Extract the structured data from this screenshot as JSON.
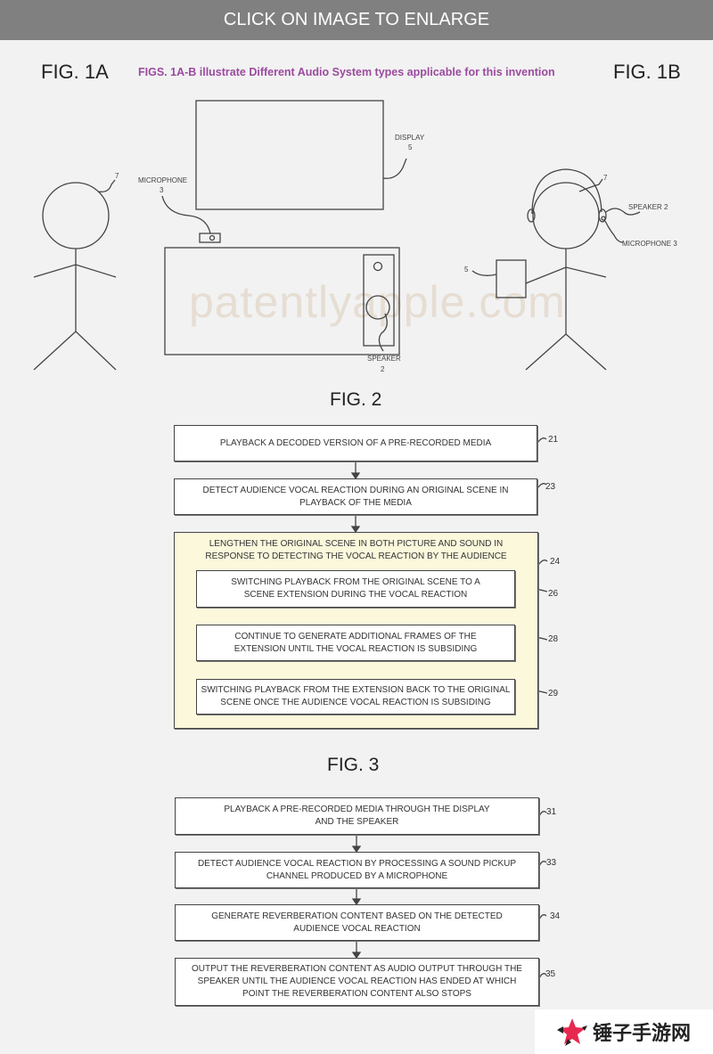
{
  "header": {
    "enlarge_label": "CLICK ON IMAGE TO ENLARGE"
  },
  "fig1": {
    "title_a": "FIG. 1A",
    "title_b": "FIG. 1B",
    "caption": "FIGS. 1A-B illustrate Different Audio System types applicable for this invention",
    "labels": {
      "display": "DISPLAY",
      "display_num": "5",
      "microphone": "MICROPHONE",
      "microphone_num": "3",
      "speaker": "SPEAKER",
      "speaker_num": "2",
      "person_left": "7",
      "person_right": "7",
      "speaker_b": "SPEAKER 2",
      "microphone_b": "MICROPHONE 3",
      "device_b": "5"
    },
    "watermark": "patentlyapple.com"
  },
  "fig2": {
    "title": "FIG. 2",
    "steps": [
      {
        "text": "PLAYBACK A DECODED VERSION OF A PRE-RECORDED MEDIA",
        "ref": "21"
      },
      {
        "text": "DETECT AUDIENCE VOCAL REACTION DURING AN ORIGINAL SCENE IN PLAYBACK OF THE MEDIA",
        "ref": "23"
      }
    ],
    "group": {
      "text": "LENGTHEN THE ORIGINAL SCENE IN BOTH PICTURE AND SOUND IN RESPONSE TO DETECTING THE VOCAL REACTION BY THE AUDIENCE",
      "ref": "24",
      "substeps": [
        {
          "text": "SWITCHING PLAYBACK FROM THE ORIGINAL SCENE TO A SCENE EXTENSION DURING THE VOCAL REACTION",
          "ref": "26"
        },
        {
          "text": "CONTINUE TO GENERATE ADDITIONAL FRAMES OF THE EXTENSION UNTIL THE VOCAL  REACTION IS SUBSIDING",
          "ref": "28"
        },
        {
          "text": "SWITCHING PLAYBACK FROM THE EXTENSION BACK TO THE ORIGINAL SCENE ONCE  THE AUDIENCE VOCAL REACTION IS SUBSIDING",
          "ref": "29"
        }
      ]
    }
  },
  "fig3": {
    "title": "FIG. 3",
    "steps": [
      {
        "text": "PLAYBACK A PRE-RECORDED MEDIA THROUGH THE DISPLAY AND THE SPEAKER",
        "ref": "31"
      },
      {
        "text": "DETECT AUDIENCE VOCAL REACTION BY PROCESSING A SOUND PICKUP CHANNEL PRODUCED BY A MICROPHONE",
        "ref": "33"
      },
      {
        "text": "GENERATE REVERBERATION CONTENT BASED ON THE DETECTED AUDIENCE VOCAL REACTION",
        "ref": "34"
      },
      {
        "text": "OUTPUT THE REVERBERATION CONTENT AS AUDIO OUTPUT THROUGH THE SPEAKER UNTIL THE AUDIENCE VOCAL REACTION HAS ENDED AT WHICH POINT THE REVERBERATION CONTENT ALSO STOPS",
        "ref": "35"
      }
    ]
  },
  "logo": {
    "text": "锤子手游网",
    "accent": "#e8294f"
  }
}
